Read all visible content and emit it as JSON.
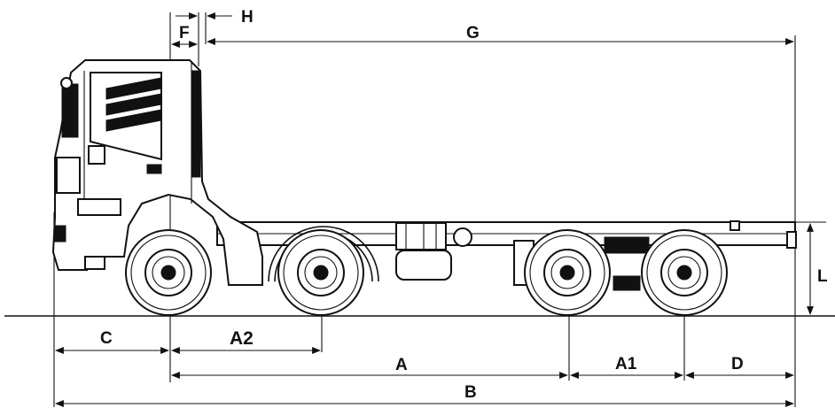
{
  "labels": {
    "F": "F",
    "H": "H",
    "G": "G",
    "L": "L",
    "C": "C",
    "A2": "A2",
    "A": "A",
    "A1": "A1",
    "D": "D",
    "B": "B"
  }
}
